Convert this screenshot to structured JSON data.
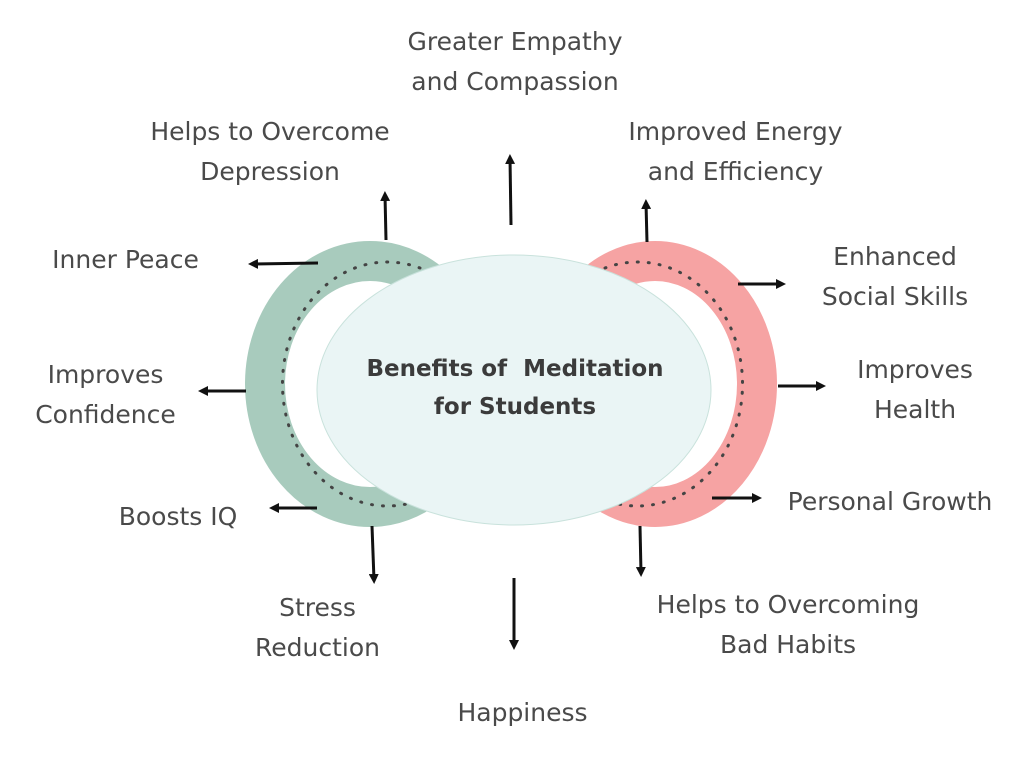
{
  "center": {
    "title_line1": "Benefits of  Meditation",
    "title_line2": "for Students"
  },
  "colors": {
    "left_ring": "#a8cbbd",
    "right_ring": "#f6a3a3",
    "center_fill": "#eaf5f5",
    "dots": "#444444",
    "arrows": "#111111",
    "text": "#4a4a4a"
  },
  "benefits": [
    {
      "id": "greater-empathy",
      "lines": [
        "Greater Empathy",
        "and Compassion"
      ]
    },
    {
      "id": "overcome-depression",
      "lines": [
        "Helps to Overcome",
        "Depression"
      ]
    },
    {
      "id": "improved-energy",
      "lines": [
        "Improved Energy",
        "and Efficiency"
      ]
    },
    {
      "id": "inner-peace",
      "lines": [
        "Inner Peace"
      ]
    },
    {
      "id": "social-skills",
      "lines": [
        "Enhanced",
        "Social Skills"
      ]
    },
    {
      "id": "improves-confidence",
      "lines": [
        "Improves",
        "Confidence"
      ]
    },
    {
      "id": "improves-health",
      "lines": [
        "Improves",
        "Health"
      ]
    },
    {
      "id": "boosts-iq",
      "lines": [
        "Boosts IQ"
      ]
    },
    {
      "id": "personal-growth",
      "lines": [
        "Personal Growth"
      ]
    },
    {
      "id": "stress-reduction",
      "lines": [
        "Stress",
        "Reduction"
      ]
    },
    {
      "id": "bad-habits",
      "lines": [
        "Helps to Overcoming",
        "Bad Habits"
      ]
    },
    {
      "id": "happiness",
      "lines": [
        "Happiness"
      ]
    }
  ]
}
